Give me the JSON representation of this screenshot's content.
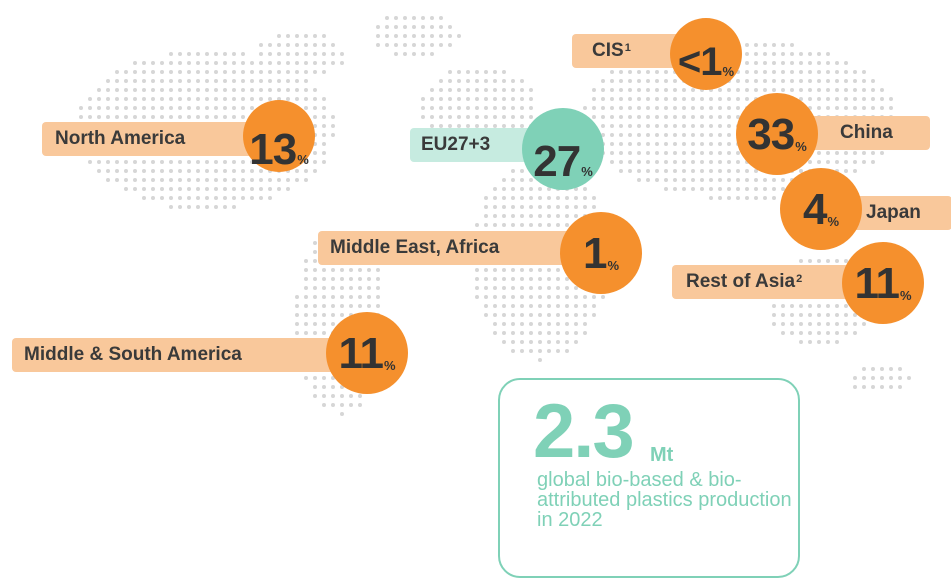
{
  "regions": [
    {
      "name": "North America",
      "value": "13",
      "unit": "%",
      "sup": ""
    },
    {
      "name": "EU27+3",
      "value": "27",
      "unit": "%",
      "sup": ""
    },
    {
      "name": "CIS",
      "value": "<1",
      "unit": "%",
      "sup": "1"
    },
    {
      "name": "China",
      "value": "33",
      "unit": "%",
      "sup": ""
    },
    {
      "name": "Japan",
      "value": "4",
      "unit": "%",
      "sup": ""
    },
    {
      "name": "Middle East, Africa",
      "value": "1",
      "unit": "%",
      "sup": ""
    },
    {
      "name": "Rest of Asia",
      "value": "11",
      "unit": "%",
      "sup": "2"
    },
    {
      "name": "Middle & South America",
      "value": "11",
      "unit": "%",
      "sup": ""
    }
  ],
  "summary": {
    "value": "2.3",
    "unit": "Mt",
    "description": "global bio-based & bio-attributed plastics production in 2022"
  },
  "colors": {
    "circle_orange": "#f5902d",
    "pill_orange": "#f9c89b",
    "circle_green": "#7fd1b7",
    "pill_green": "#c6ebe0",
    "text": "#3a3a3a",
    "map_dots": "#d6d6d6"
  }
}
